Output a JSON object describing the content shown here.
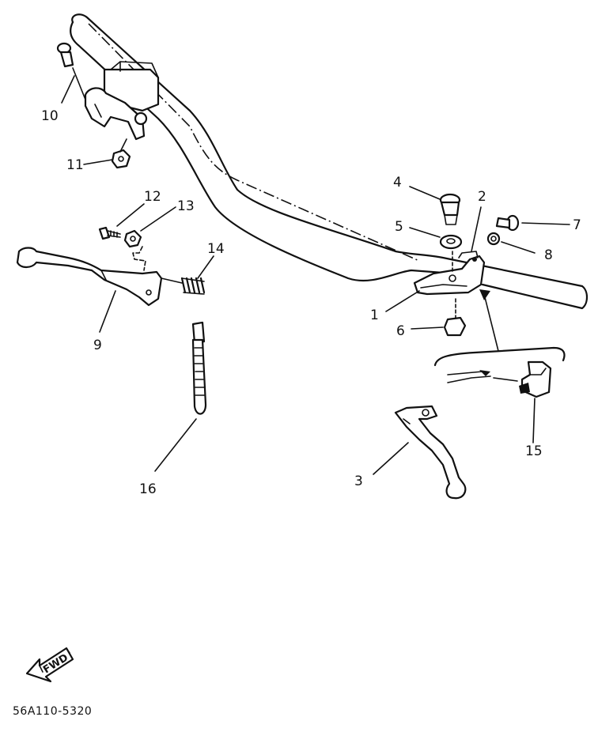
{
  "callouts": {
    "c1": "1",
    "c2": "2",
    "c3": "3",
    "c4": "4",
    "c5": "5",
    "c6": "6",
    "c7": "7",
    "c8": "8",
    "c9": "9",
    "c10": "10",
    "c11": "11",
    "c12": "12",
    "c13": "13",
    "c14": "14",
    "c15": "15",
    "c16": "16"
  },
  "fwd_label": "FWD",
  "drawing_code": "56A110-5320"
}
